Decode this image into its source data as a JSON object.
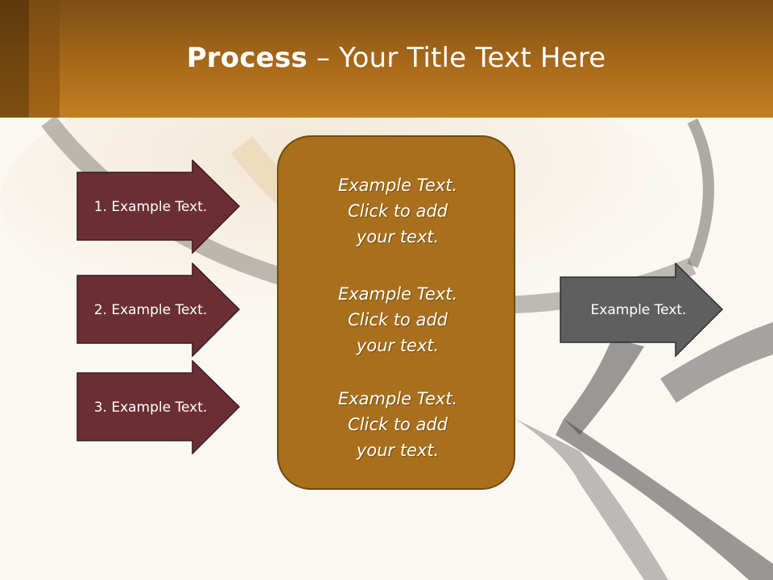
{
  "slide": {
    "title_bold": "Process",
    "title_rest": " – Your Title Text Here"
  },
  "left_arrows": [
    {
      "label": "1. Example Text."
    },
    {
      "label": "2. Example Text."
    },
    {
      "label": "3. Example Text."
    }
  ],
  "center_box": {
    "blocks": [
      {
        "line1": "Example Text.",
        "line2": "Click  to add",
        "line3": "your text."
      },
      {
        "line1": "Example Text.",
        "line2": "Click  to add",
        "line3": "your text."
      },
      {
        "line1": "Example Text.",
        "line2": "Click  to add",
        "line3": "your text."
      }
    ]
  },
  "right_arrow": {
    "label": "Example Text."
  },
  "colors": {
    "header": "#a8691a",
    "left_arrow_fill": "#6b2f33",
    "center_box_fill": "#a8701c",
    "right_arrow_fill": "#5f5f5f"
  }
}
